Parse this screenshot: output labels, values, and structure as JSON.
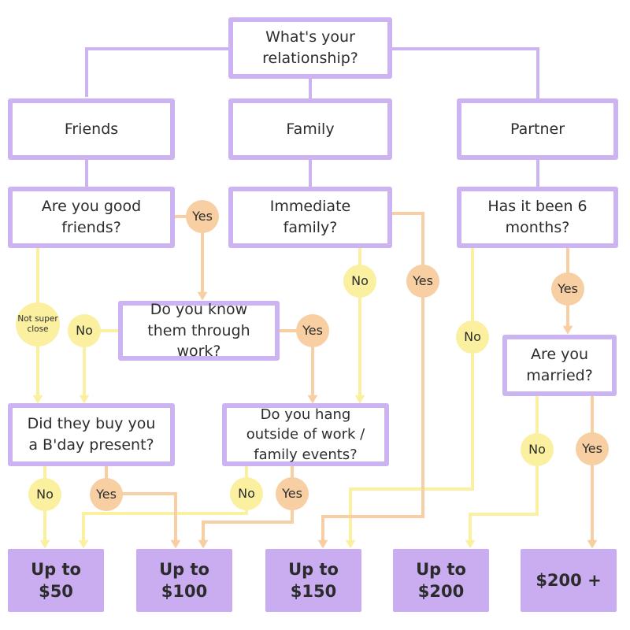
{
  "colors": {
    "box_border_purple": "#ccb3f2",
    "outcome_fill_purple": "#c9adf0",
    "no_path_yellow": "#faf0a0",
    "yes_path_orange": "#f7cfa3",
    "text": "#2d2d2d"
  },
  "nodes": {
    "root": "What's your relationship?",
    "friends": "Friends",
    "family": "Family",
    "partner": "Partner",
    "good_friends": "Are you good friends?",
    "immediate_family": "Immediate family?",
    "six_months": "Has it been 6 months?",
    "know_work": "Do you know them through work?",
    "bday_present": "Did they buy you a B'day present?",
    "hang_outside": "Do you hang outside of work / family events?",
    "married": "Are you married?"
  },
  "circles": {
    "good_friends_yes": "Yes",
    "not_super_close": "Not super close",
    "know_work_no": "No",
    "know_work_yes": "Yes",
    "immediate_no": "No",
    "immediate_yes": "Yes",
    "six_months_yes": "Yes",
    "six_months_no": "No",
    "bday_no": "No",
    "bday_yes": "Yes",
    "hang_no": "No",
    "hang_yes": "Yes",
    "married_no": "No",
    "married_yes": "Yes"
  },
  "outcomes": {
    "o50": "Up to\n$50",
    "o100": "Up to\n$100",
    "o150": "Up to\n$150",
    "o200": "Up to\n$200",
    "o200plus": "$200 +"
  },
  "edges": [
    {
      "from": "root",
      "to": "friends"
    },
    {
      "from": "root",
      "to": "family"
    },
    {
      "from": "root",
      "to": "partner"
    },
    {
      "from": "friends",
      "to": "good_friends"
    },
    {
      "from": "family",
      "to": "immediate_family"
    },
    {
      "from": "partner",
      "to": "six_months"
    },
    {
      "from": "good_friends",
      "label": "Yes",
      "to": "know_work"
    },
    {
      "from": "good_friends",
      "label": "Not super close",
      "to": "bday_present"
    },
    {
      "from": "know_work",
      "label": "No",
      "to": "bday_present"
    },
    {
      "from": "know_work",
      "label": "Yes",
      "to": "hang_outside"
    },
    {
      "from": "immediate_family",
      "label": "No",
      "to": "hang_outside"
    },
    {
      "from": "immediate_family",
      "label": "Yes",
      "to": "o150"
    },
    {
      "from": "six_months",
      "label": "No",
      "to": "o150"
    },
    {
      "from": "six_months",
      "label": "Yes",
      "to": "married"
    },
    {
      "from": "married",
      "label": "No",
      "to": "o200"
    },
    {
      "from": "married",
      "label": "Yes",
      "to": "o200plus"
    },
    {
      "from": "bday_present",
      "label": "No",
      "to": "o50"
    },
    {
      "from": "bday_present",
      "label": "Yes",
      "to": "o100"
    },
    {
      "from": "hang_outside",
      "label": "No",
      "to": "o50"
    },
    {
      "from": "hang_outside",
      "label": "Yes",
      "to": "o100"
    }
  ]
}
